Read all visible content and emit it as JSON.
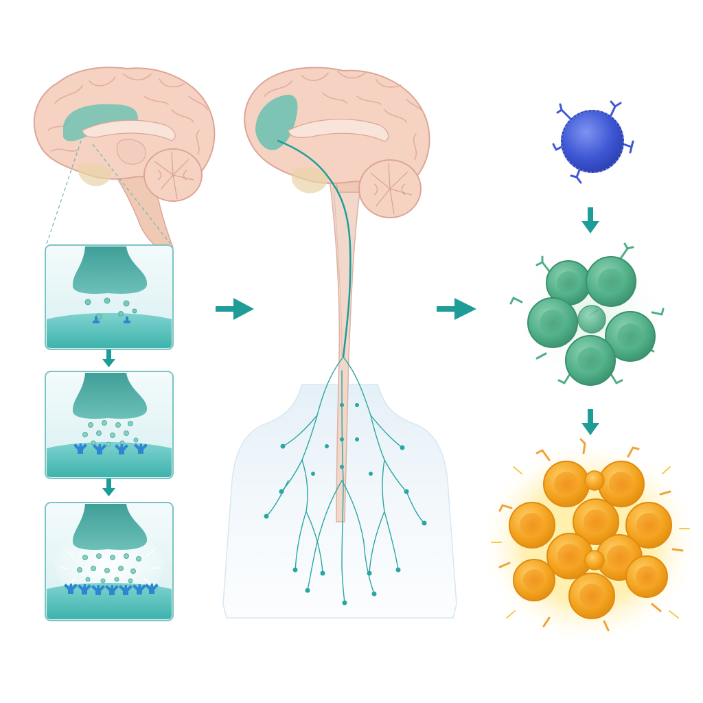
{
  "colors": {
    "background": "#ffffff",
    "brain_tissue": "#f6d2c2",
    "brain_outline": "#dca596",
    "brainstem": "#f0c9b5",
    "limbic_highlight": "#5fc0b1",
    "teal": "#1e9c98",
    "teal_dark": "#17817f",
    "panel_fill": "#e6f5f6",
    "panel_border": "#7dc3c4",
    "receptor_blue": "#2e86d1",
    "body_silhouette": "#e2eef6",
    "cell_blue": "#3e57d4",
    "cell_green": "#4fae86",
    "cell_orange": "#f3a21d",
    "glow_yellow": "#ffe680"
  },
  "icons": {
    "step_arrow": "arrow-right-icon",
    "stage_arrow": "arrow-down-icon"
  },
  "synapse_panels": [
    {
      "stage": 1,
      "vesicle_count": 6,
      "receptor_count": 2
    },
    {
      "stage": 2,
      "vesicle_count": 12,
      "receptor_count": 4
    },
    {
      "stage": 3,
      "vesicle_count": 14,
      "receptor_count": 7
    }
  ],
  "immune_cells": [
    {
      "stage": 1,
      "color": "cell_blue",
      "cell_count": 1
    },
    {
      "stage": 2,
      "color": "cell_green",
      "cell_count": 6
    },
    {
      "stage": 3,
      "color": "cell_orange",
      "cell_count": 12
    }
  ]
}
